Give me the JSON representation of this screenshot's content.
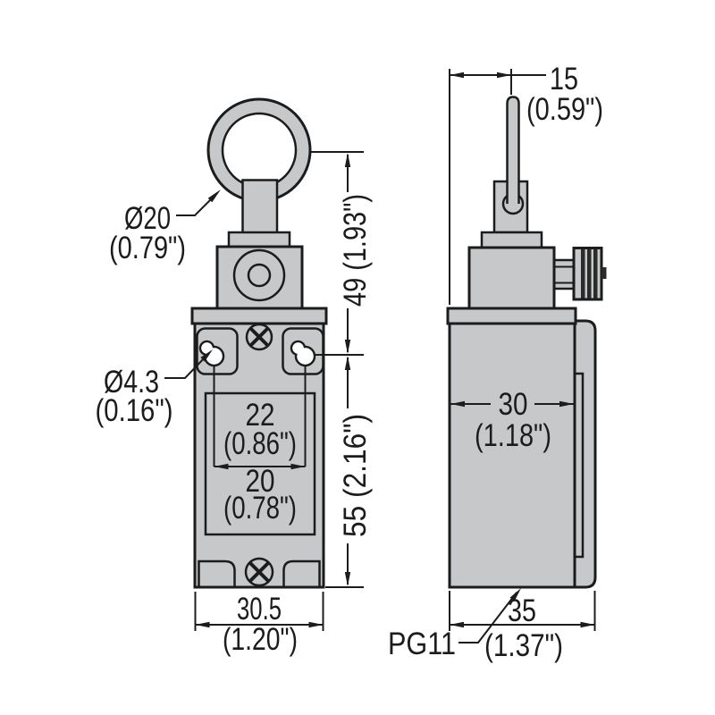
{
  "title": "Limit switch dimensional drawing",
  "views": {
    "front": "front view with ring-pull actuator",
    "side": "side view with rod lever and connector"
  },
  "dimensions": {
    "ring_diameter": {
      "mm": "Ø20",
      "inch": "(0.79\")"
    },
    "mounting_hole_diameter": {
      "mm": "Ø4.3",
      "inch": "(0.16\")"
    },
    "hole_spacing_a": {
      "mm": "22",
      "inch": "(0.86\")"
    },
    "hole_spacing_b": {
      "mm": "20",
      "inch": "(0.78\")"
    },
    "actuator_height": {
      "label": "49 (1.93\")"
    },
    "body_height": {
      "label": "55 (2.16\")"
    },
    "body_width": {
      "mm": "30.5",
      "inch": "(1.20\")"
    },
    "lever_offset": {
      "mm": "15",
      "inch": "(0.59\")"
    },
    "body_depth": {
      "mm": "30",
      "inch": "(1.18\")"
    },
    "overall_depth": {
      "mm": "35",
      "inch": "(1.37\")"
    },
    "cable_gland": {
      "label": "PG11"
    }
  },
  "colors": {
    "fill": "#c6c8ca",
    "line": "#1c1c1c",
    "dark": "#2b2b2b",
    "background": "#ffffff"
  }
}
